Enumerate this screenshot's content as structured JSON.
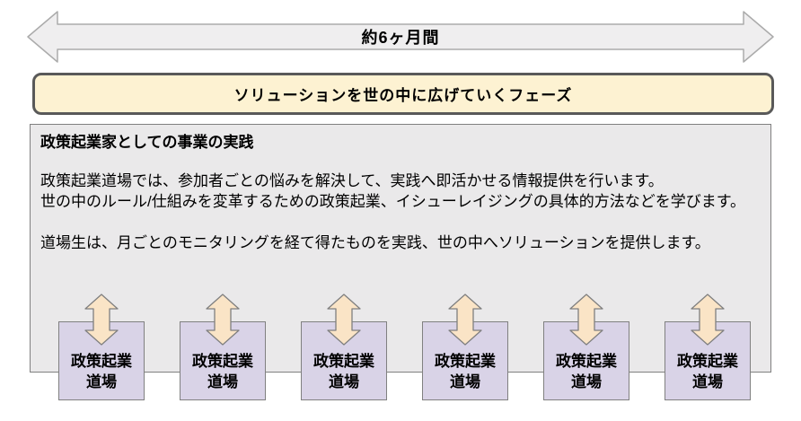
{
  "timeline": {
    "label": "約6ヶ月間"
  },
  "phase_banner": {
    "label": "ソリューションを世の中に広げていくフェーズ"
  },
  "main_panel": {
    "title": "政策起業家としての事業の実践",
    "paragraph1_line1": "政策起業道場では、参加者ごとの悩みを解決して、実践へ即活かせる情報提供を行います。",
    "paragraph1_line2": "世の中のルール/仕組みを変革するための政策起業、イシューレイジングの具体的方法などを学びます。",
    "paragraph2": "道場生は、月ごとのモニタリングを経て得たものを実践、世の中へソリューションを提供します。"
  },
  "dojo_boxes": [
    {
      "line1": "政策起業",
      "line2": "道場"
    },
    {
      "line1": "政策起業",
      "line2": "道場"
    },
    {
      "line1": "政策起業",
      "line2": "道場"
    },
    {
      "line1": "政策起業",
      "line2": "道場"
    },
    {
      "line1": "政策起業",
      "line2": "道場"
    },
    {
      "line1": "政策起業",
      "line2": "道場"
    }
  ],
  "colors": {
    "timeline_arrow_fill": "#efeeef",
    "timeline_arrow_border": "#ababab",
    "phase_banner_fill": "#fdf2d2",
    "phase_banner_border": "#595959",
    "main_panel_fill": "#eae9ea",
    "main_panel_border": "#808080",
    "dojo_box_fill": "#d9d3e7",
    "dojo_box_border": "#808080",
    "updown_arrow_fill": "#fae4c6",
    "updown_arrow_border": "#7f7f7f"
  }
}
